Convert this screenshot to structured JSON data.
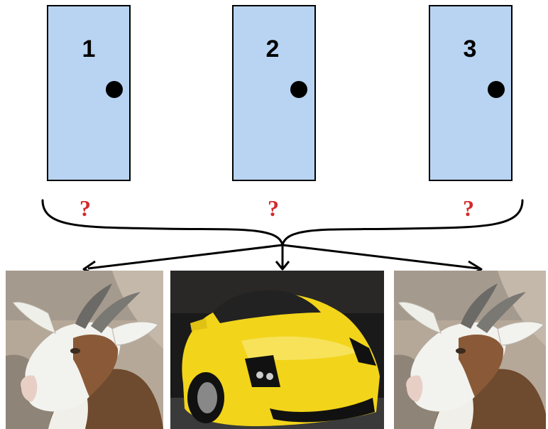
{
  "doors": [
    {
      "number": "1",
      "label": "?"
    },
    {
      "number": "2",
      "label": "?"
    },
    {
      "number": "3",
      "label": "?"
    }
  ],
  "prizes": [
    {
      "kind": "goat",
      "icon": "goat-icon"
    },
    {
      "kind": "car",
      "icon": "car-icon"
    },
    {
      "kind": "goat",
      "icon": "goat-icon"
    }
  ],
  "colors": {
    "door_fill": "#b8d4f2",
    "door_stroke": "#000000",
    "question_mark": "#d42a2a",
    "car_body": "#f2d41a",
    "goat_fur": "#f2f2ee",
    "goat_brown": "#8a5a38",
    "background_dark": "#1a1a1a",
    "background_rock": "#b5a898"
  }
}
